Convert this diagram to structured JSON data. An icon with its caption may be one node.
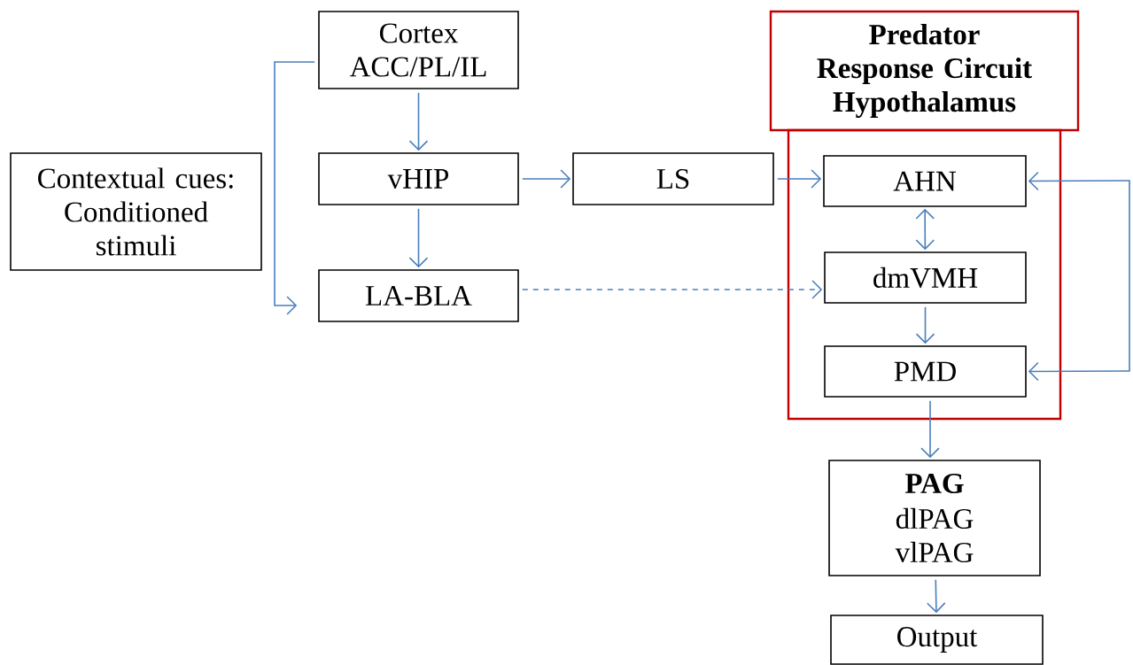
{
  "diagram": {
    "nodes": [
      {
        "text": [
          "Cortex ACC/PL/IL"
        ]
      },
      {
        "text": [
          "Predator Response Circuit Hypothalamus"
        ]
      },
      {
        "text": [],
        "shape": "box"
      },
      {
        "text": [
          "AHN"
        ],
        "in": 2
      },
      {
        "text": [
          "dmVMH"
        ],
        "in": 2
      },
      {
        "text": [
          "PMD"
        ],
        "in": 2
      },
      {
        "text": [
          "Contextual cues: Conditioned stimuli"
        ]
      },
      {
        "text": [
          "vHIP"
        ]
      },
      {
        "text": [
          "LS"
        ]
      },
      {
        "text": [
          "LA-BLA"
        ]
      },
      {
        "text": [
          "PAG",
          "dlPAG vlPAG"
        ]
      },
      {
        "text": [
          "Output"
        ]
      }
    ],
    "edges": [
      {
        "from": 0,
        "to": 7,
        "arrow": "to"
      },
      {
        "from": 0,
        "to": 9,
        "arrow": "to"
      },
      {
        "from": 7,
        "to": 8,
        "arrow": "to"
      },
      {
        "from": 7,
        "to": 9,
        "arrow": "to"
      },
      {
        "from": 8,
        "to": 3,
        "arrow": "to"
      },
      {
        "from": 9,
        "to": 4,
        "arrow": "to",
        "style": "dashed"
      },
      {
        "from": 3,
        "to": 4,
        "arrow": "both"
      },
      {
        "from": 4,
        "to": 5,
        "arrow": "to"
      },
      {
        "from": 3,
        "to": 5,
        "arrow": "both"
      },
      {
        "from": 5,
        "to": 10,
        "arrow": "to"
      },
      {
        "from": 10,
        "to": 11,
        "arrow": "to"
      }
    ]
  }
}
